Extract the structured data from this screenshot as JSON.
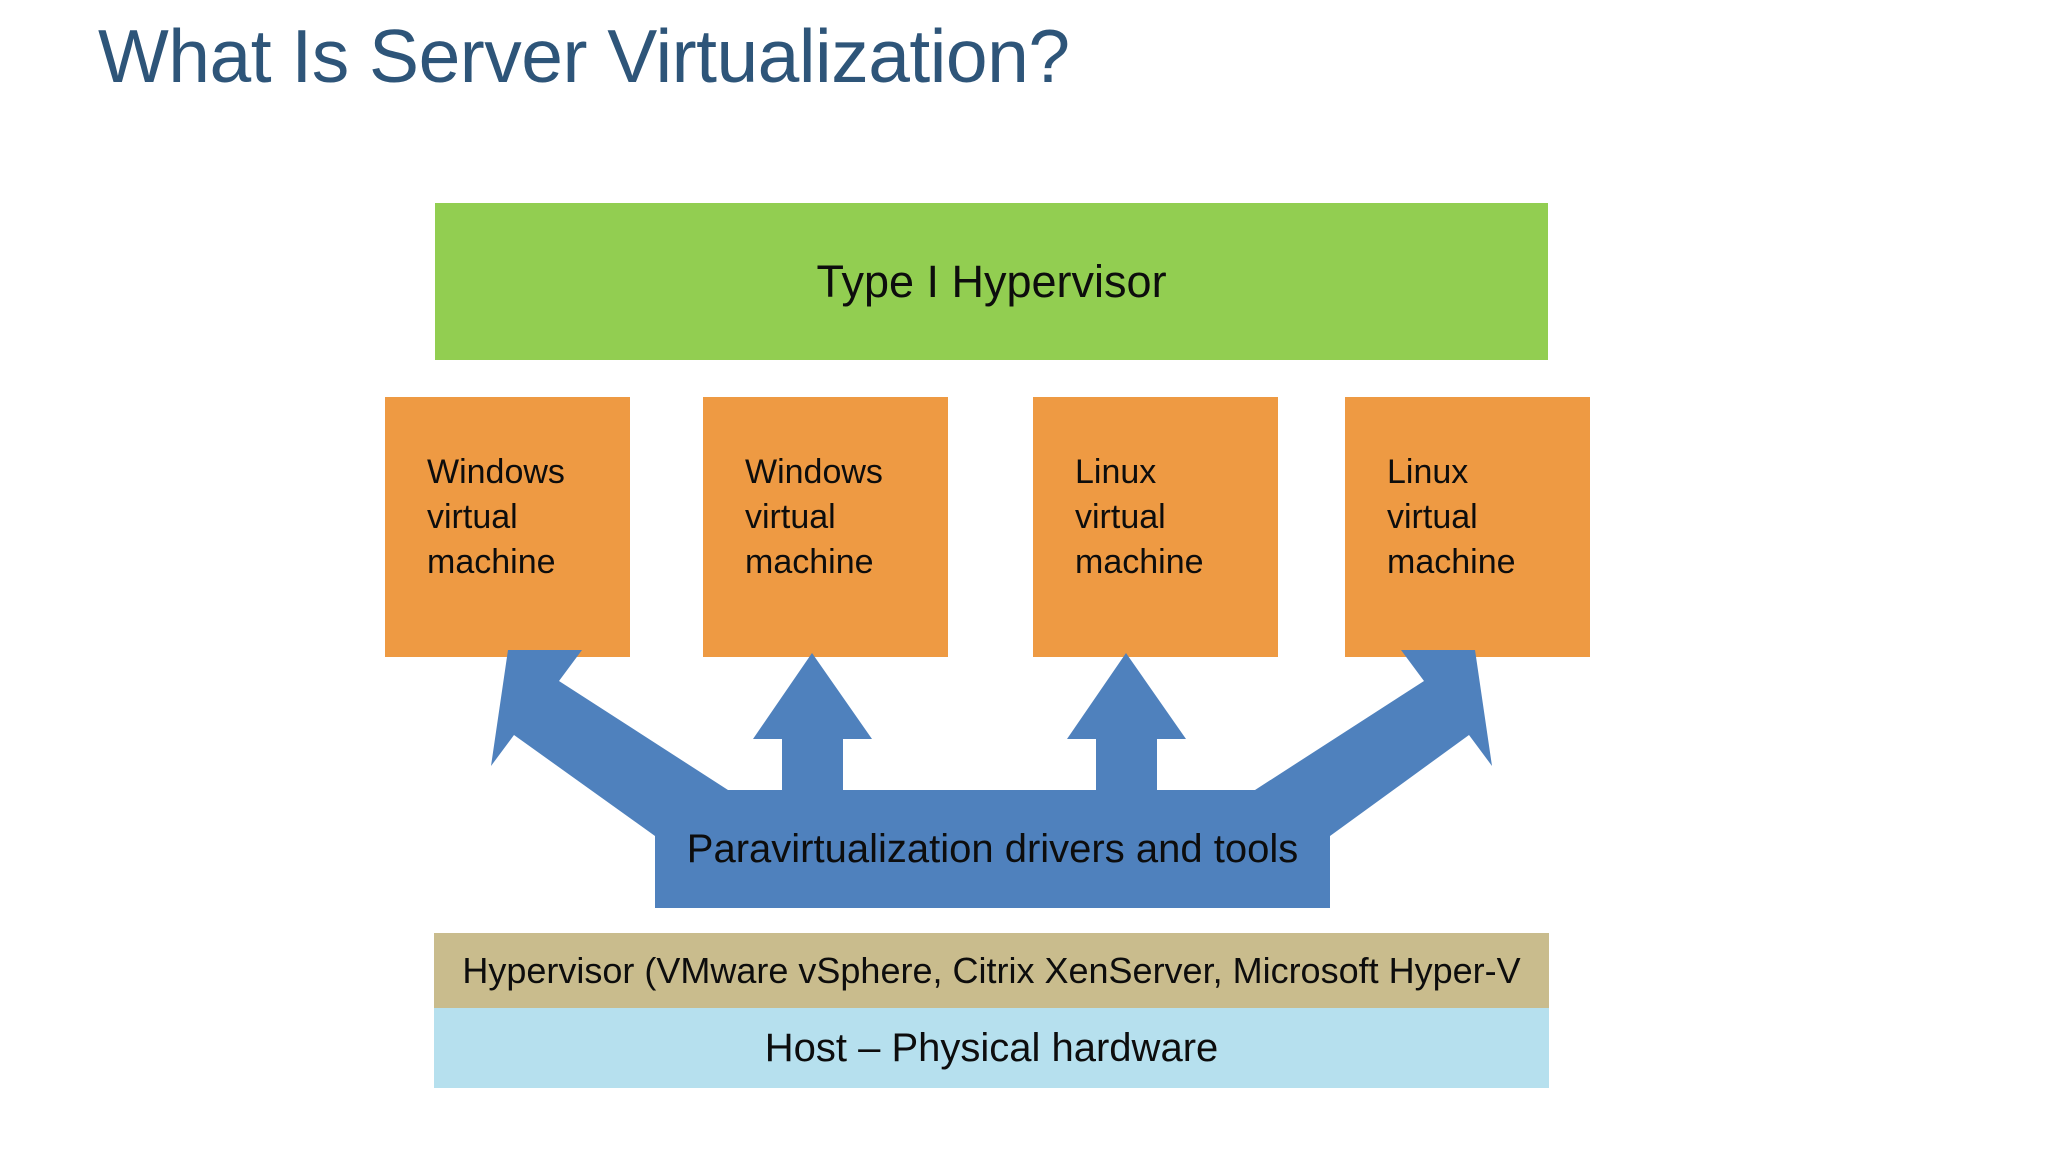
{
  "slide": {
    "title": "What Is Server Virtualization?",
    "title_color": "#2E5579",
    "background_color": "#FFFFFF"
  },
  "diagram": {
    "type_one_hypervisor": {
      "label": "Type I Hypervisor",
      "color": "#92CE51"
    },
    "virtual_machines": {
      "color": "#EE9A43",
      "items": [
        {
          "label": "Windows\nvirtual\nmachine"
        },
        {
          "label": "Windows\nvirtual\nmachine"
        },
        {
          "label": "Linux\nvirtual\nmachine"
        },
        {
          "label": "Linux\nvirtual\nmachine"
        }
      ]
    },
    "paravirtualization": {
      "label": "Paravirtualization drivers and tools",
      "color": "#4F81BD",
      "arrow_count": 4
    },
    "stack": [
      {
        "label": "Hypervisor (VMware vSphere, Citrix XenServer, Microsoft Hyper-V",
        "color": "#C9BC8D"
      },
      {
        "label": "Host – Physical hardware",
        "color": "#B6E0EE"
      }
    ]
  }
}
